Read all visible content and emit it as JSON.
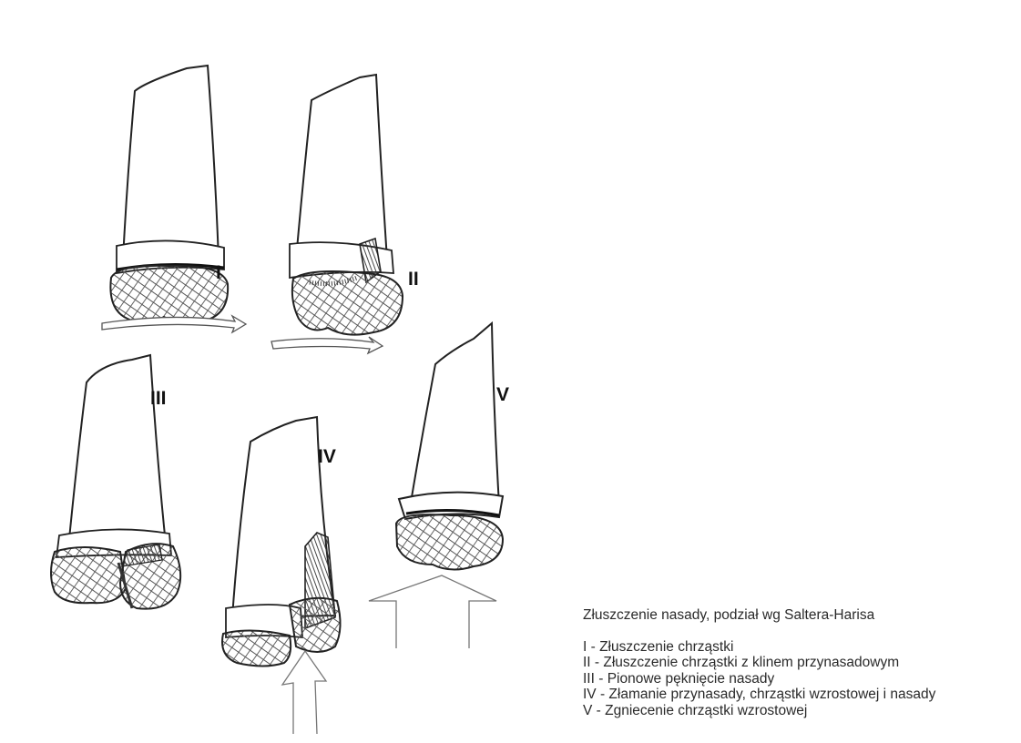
{
  "figure": {
    "labels": [
      "I",
      "II",
      "III",
      "IV",
      "V"
    ]
  },
  "caption": {
    "title": "Złuszczenie nasady, podział wg Saltera-Harisa",
    "items": [
      {
        "numeral": "I",
        "text": " - Złuszczenie chrząstki"
      },
      {
        "numeral": "II",
        "text": " - Złuszczenie chrząstki z klinem przynasadowym"
      },
      {
        "numeral": "III",
        "text": " - Pionowe pęknięcie nasady"
      },
      {
        "numeral": "IV",
        "text": " - Złamanie przynasady, chrząstki wzrostowej i nasady"
      },
      {
        "numeral": "V",
        "text": " - Zgniecenie chrząstki wzrostowej"
      }
    ]
  }
}
